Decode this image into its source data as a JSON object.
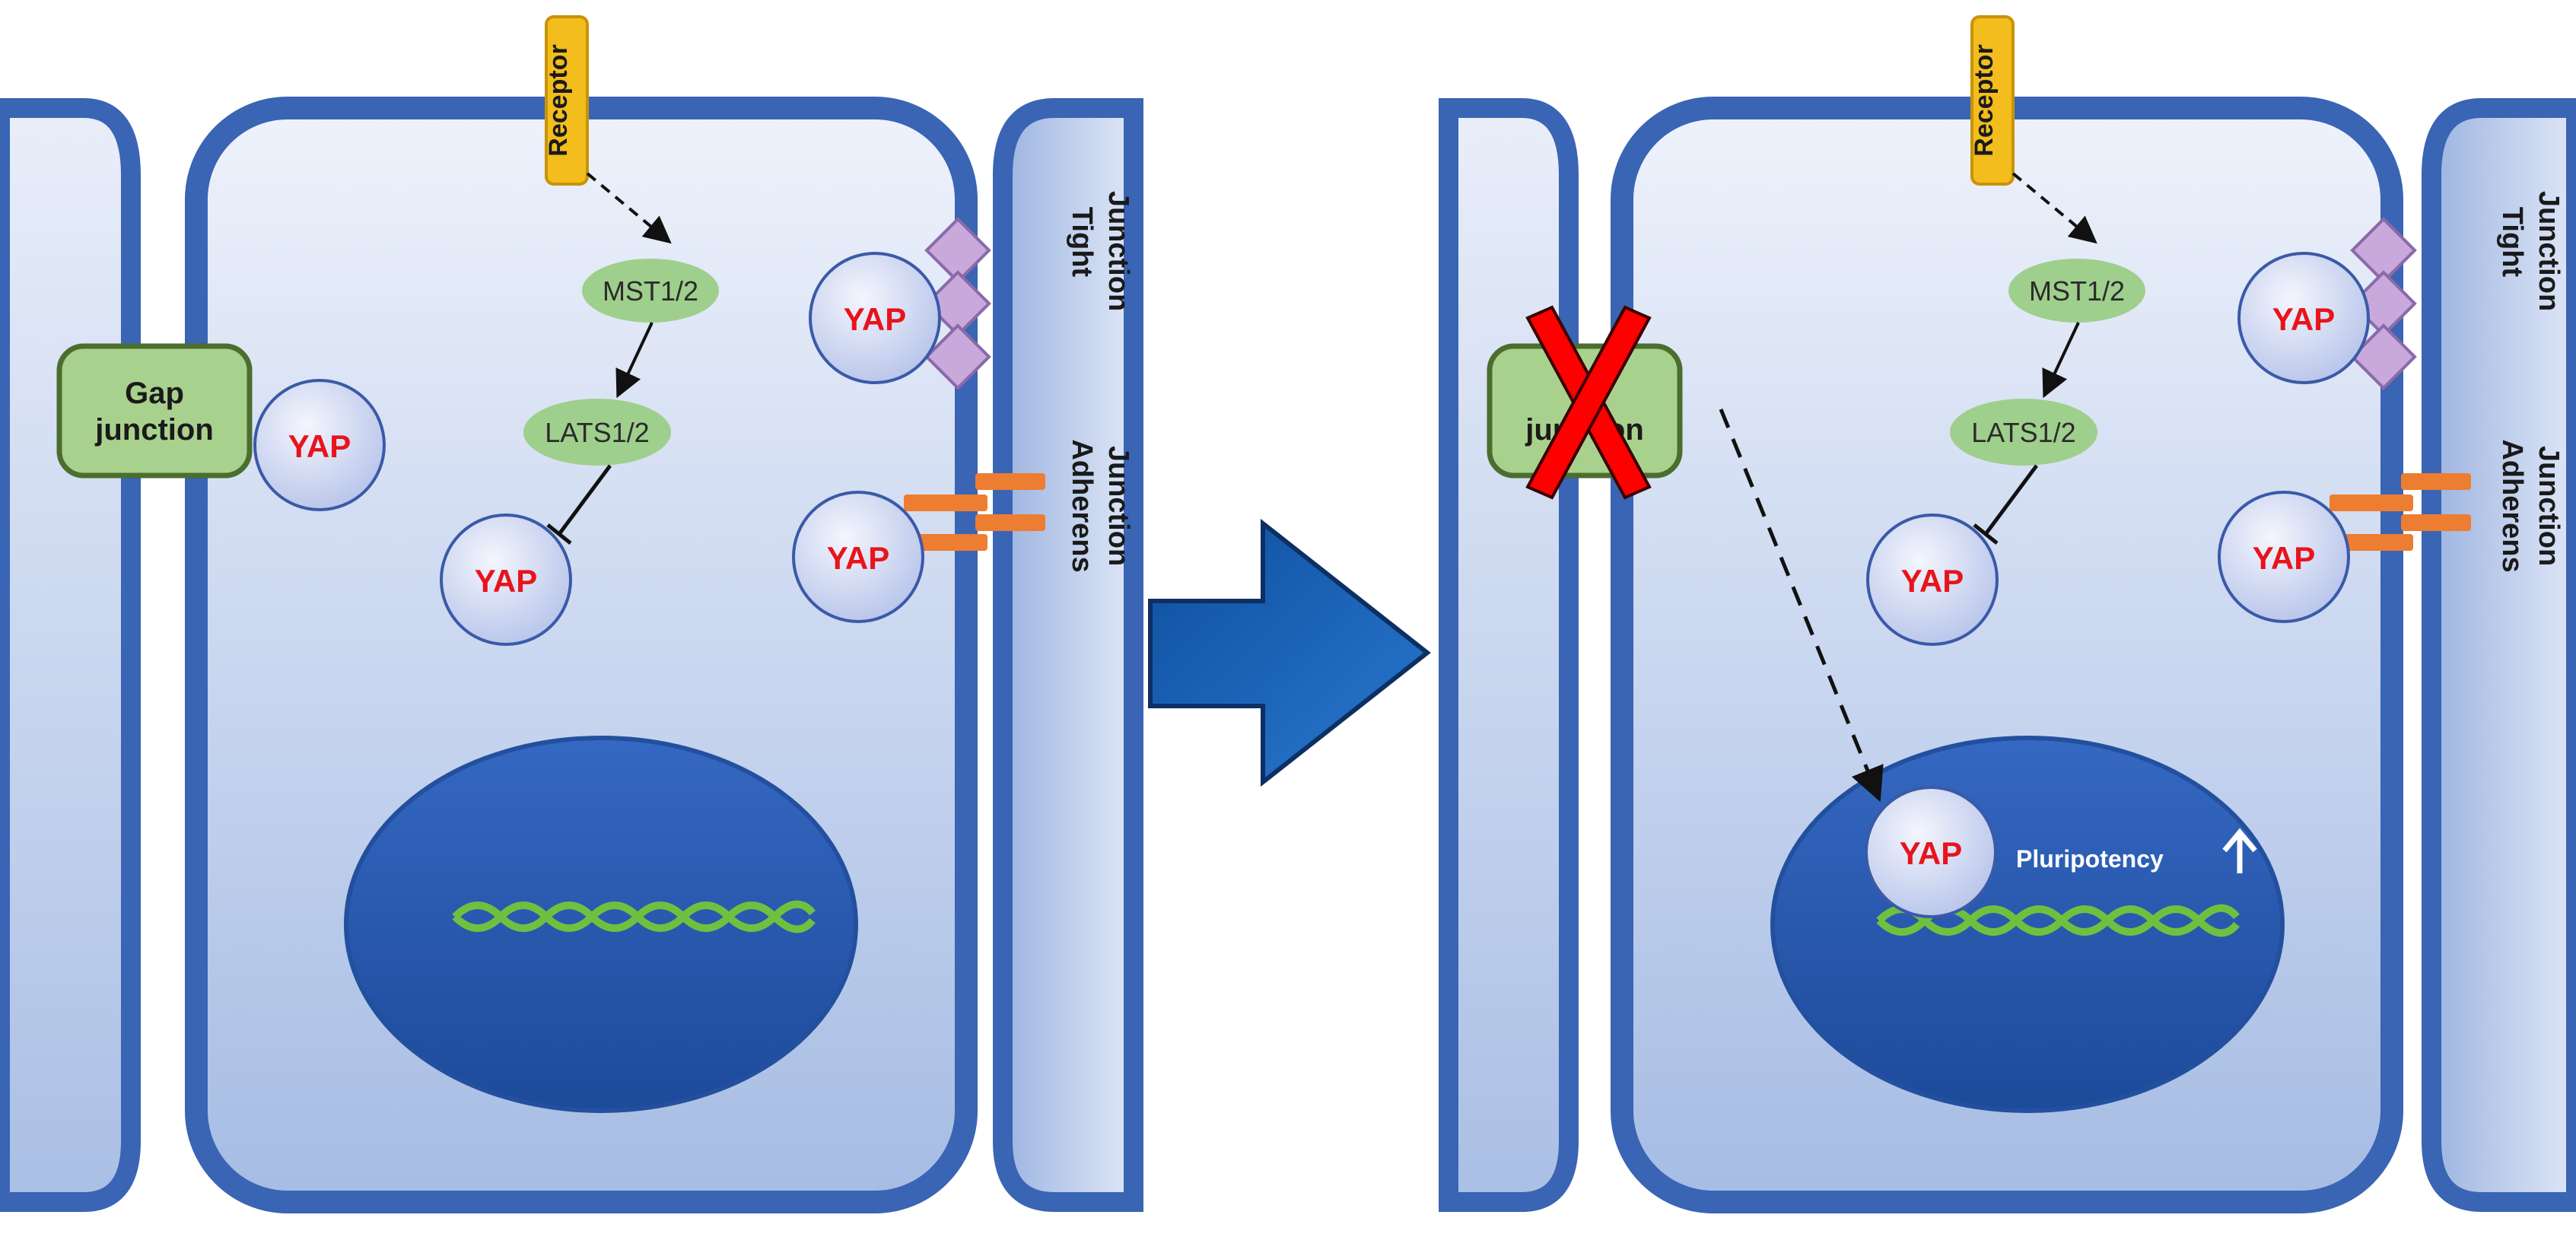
{
  "labels": {
    "receptor": "Receptor",
    "mst": "MST1/2",
    "lats": "LATS1/2",
    "yap": "YAP",
    "tight_junction_line1": "Tight",
    "tight_junction_line2": "Junction",
    "adherens_line1": "Adherens",
    "adherens_line2": "Junction",
    "gap_line1": "Gap",
    "gap_line2": "junction",
    "gap_broken": "junction",
    "pluripotency": "Pluripotency"
  },
  "colors": {
    "membrane": "#3a64b4",
    "cell_fill_top": "#eef2fb",
    "cell_fill_bottom": "#a6bce4",
    "nucleus_top": "#3568c2",
    "nucleus_bottom": "#1d4a9a",
    "yap_text": "#e8141c",
    "node_green": "#9fcf8c",
    "gap_green": "#a9d18e",
    "gap_border": "#4b6e2e",
    "receptor": "#f2bd1d",
    "tight_junction": "#c9a9dc",
    "adherens": "#ed7d31",
    "dna": "#70c040",
    "big_arrow": "#1a5fb0",
    "cross": "#ff0000"
  },
  "icons": [
    "receptor-icon",
    "tight-junction-icon",
    "adherens-junction-icon",
    "dna-helix-icon",
    "transition-arrow-icon",
    "cross-mark-icon",
    "up-arrow-icon"
  ]
}
